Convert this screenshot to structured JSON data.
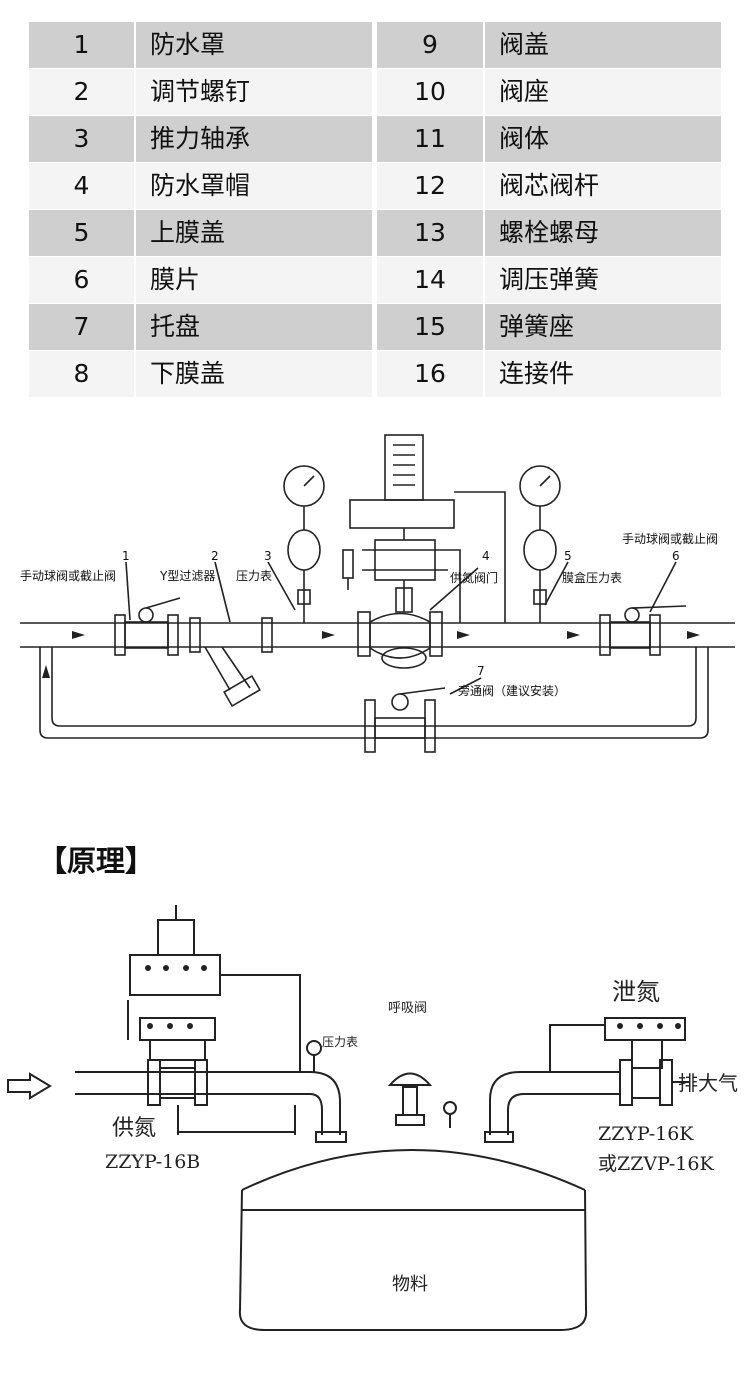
{
  "parts_table": {
    "rows": [
      {
        "no": "1",
        "name": "防水罩",
        "no2": "9",
        "name2": "阀盖"
      },
      {
        "no": "2",
        "name": "调节螺钉",
        "no2": "10",
        "name2": "阀座"
      },
      {
        "no": "3",
        "name": "推力轴承",
        "no2": "11",
        "name2": "阀体"
      },
      {
        "no": "4",
        "name": "防水罩帽",
        "no2": "12",
        "name2": "阀芯阀杆"
      },
      {
        "no": "5",
        "name": "上膜盖",
        "no2": "13",
        "name2": "螺栓螺母"
      },
      {
        "no": "6",
        "name": "膜片",
        "no2": "14",
        "name2": "调压弹簧"
      },
      {
        "no": "7",
        "name": "托盘",
        "no2": "15",
        "name2": "弹簧座"
      },
      {
        "no": "8",
        "name": "下膜盖",
        "no2": "16",
        "name2": "连接件"
      }
    ]
  },
  "install_diagram": {
    "callouts": [
      {
        "n": "1",
        "text": "手动球阀或截止阀"
      },
      {
        "n": "2",
        "text": "Y型过滤器"
      },
      {
        "n": "3",
        "text": "压力表"
      },
      {
        "n": "4",
        "text": "供氮阀门"
      },
      {
        "n": "5",
        "text": "膜盒压力表"
      },
      {
        "n": "6",
        "text": "手动球阀或截止阀"
      },
      {
        "n": "7",
        "text": "旁通阀（建议安装）"
      }
    ]
  },
  "principle": {
    "heading": "【原理】",
    "labels": {
      "breather": "呼吸阀",
      "gauge": "压力表",
      "vent": "泄氮",
      "exhaust": "排大气",
      "supply": "供氮",
      "model_supply": "ZZYP-16B",
      "model_vent_1": "ZZYP-16K",
      "model_vent_2": "或ZZVP-16K",
      "material": "物料"
    }
  }
}
